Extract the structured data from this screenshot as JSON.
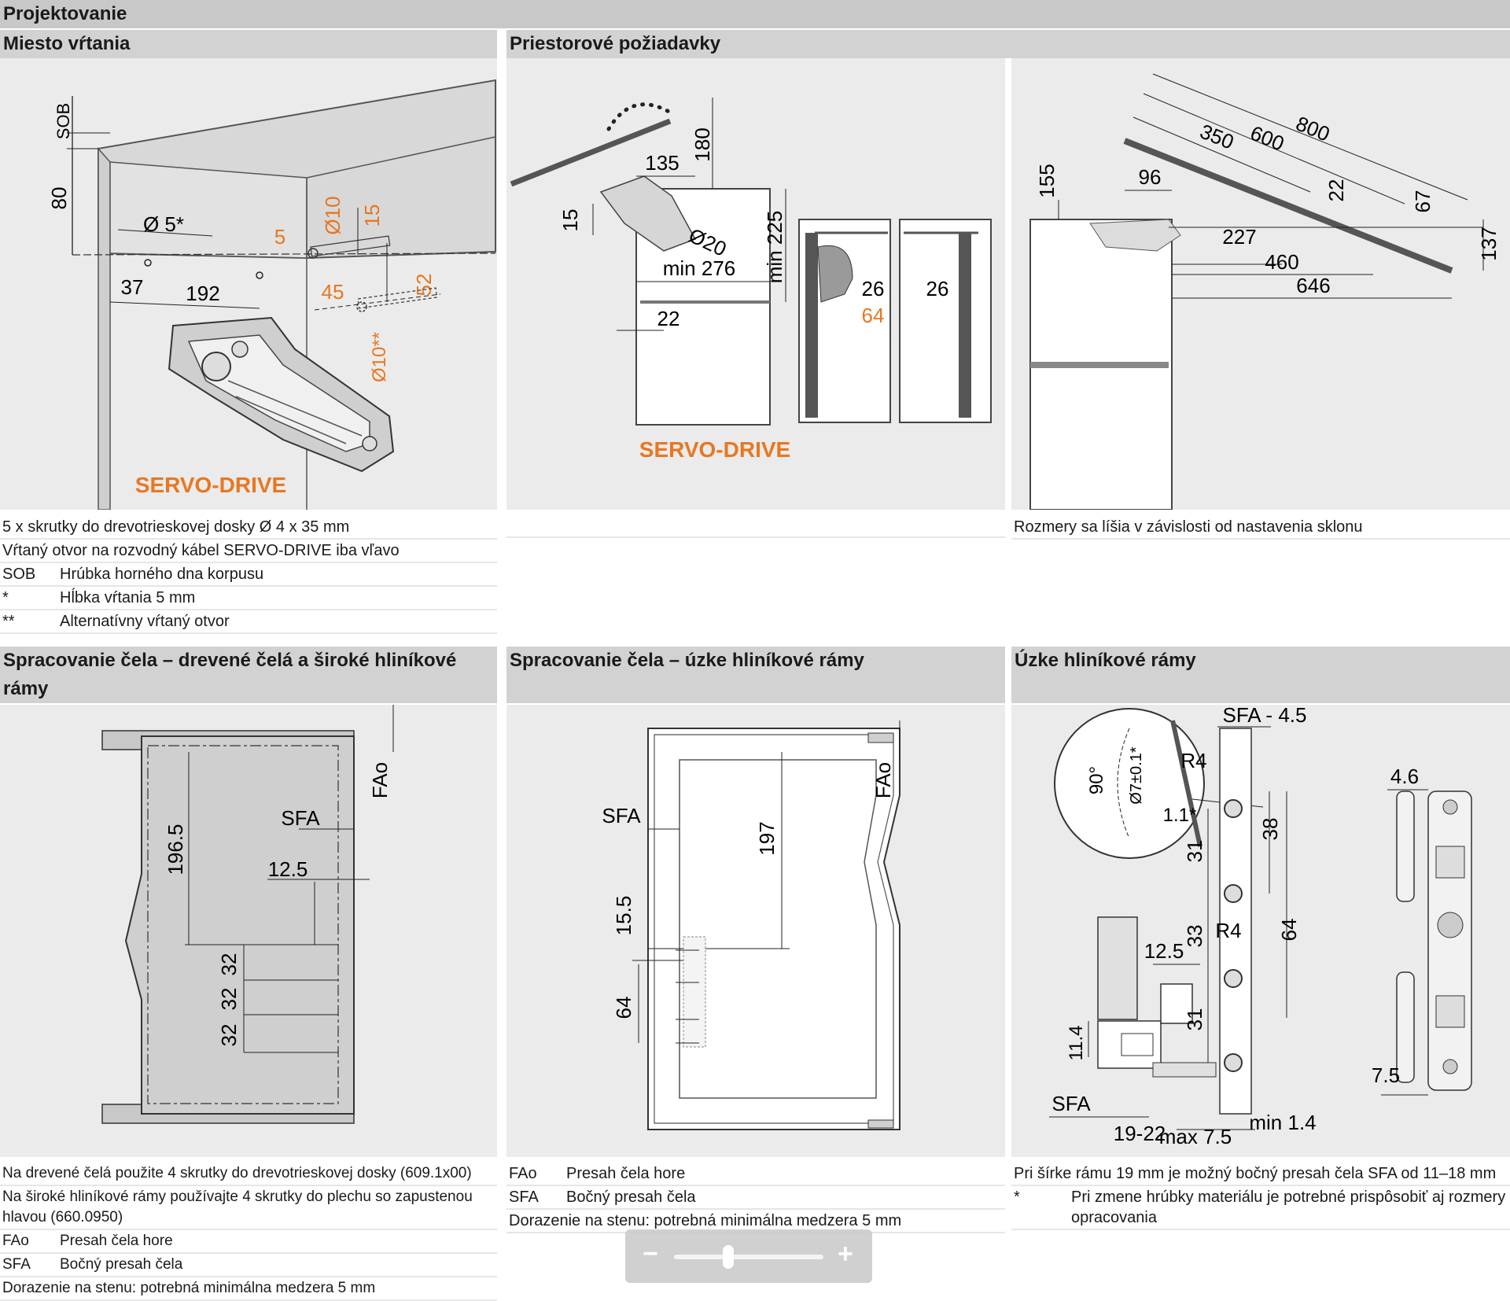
{
  "page_title": "Projektovanie",
  "panels": {
    "drilling": {
      "title": "Miesto vŕtania",
      "labels": {
        "sob": "SOB",
        "d80": "80",
        "d5": "Ø 5*",
        "d37": "37",
        "d192": "192",
        "o5": "5",
        "o10": "Ø10",
        "d15": "15",
        "o45": "45",
        "o52": "52",
        "o10alt": "Ø10**",
        "servo": "SERVO-DRIVE"
      },
      "notes": [
        {
          "text": "5 x skrutky do drevotrieskovej dosky Ø 4 x 35 mm"
        },
        {
          "text": "Vŕtaný otvor na rozvodný kábel SERVO-DRIVE iba vľavo"
        },
        {
          "key": "SOB",
          "text": "Hrúbka horného dna korpusu"
        },
        {
          "key": "*",
          "text": "Hĺbka vŕtania 5 mm"
        },
        {
          "key": "**",
          "text": "Alternatívny vŕtaný otvor"
        }
      ]
    },
    "space": {
      "title": "Priestorové požiadavky",
      "labels": {
        "d135": "135",
        "d180": "180",
        "d15": "15",
        "d20": "Ø20",
        "d276": "min 276",
        "d225": "min 225",
        "d22": "22",
        "d26a": "26",
        "d64": "64",
        "d26b": "26",
        "servo": "SERVO-DRIVE"
      },
      "labels2": {
        "d800": "800",
        "d600": "600",
        "d350": "350",
        "d155": "155",
        "d96": "96",
        "d22": "22",
        "d67": "67",
        "d227": "227",
        "d460": "460",
        "d646": "646",
        "d137": "137"
      },
      "note": "Rozmery sa líšia v závislosti od nastavenia sklonu"
    },
    "wood": {
      "title": "Spracovanie čela – drevené čelá a široké hliníkové rámy",
      "labels": {
        "fao": "FAo",
        "sfa": "SFA",
        "d1965": "196.5",
        "d125": "12.5",
        "d32a": "32",
        "d32b": "32",
        "d32c": "32"
      },
      "notes": [
        {
          "text": "Na drevené čelá použite 4 skrutky do drevotrieskovej dosky (609.1x00)"
        },
        {
          "text": "Na široké hliníkové rámy používajte 4 skrutky do plechu so zapustenou hlavou (660.0950)"
        },
        {
          "key": "FAo",
          "text": "Presah čela hore"
        },
        {
          "key": "SFA",
          "text": "Bočný presah čela"
        },
        {
          "text": "Dorazenie na stenu: potrebná minimálna medzera 5 mm"
        }
      ]
    },
    "narrow": {
      "title": "Spracovanie čela – úzke hliníkové rámy",
      "labels": {
        "fao": "FAo",
        "sfa": "SFA",
        "d197": "197",
        "d155": "15.5",
        "d64": "64"
      },
      "notes": [
        {
          "key": "FAo",
          "text": "Presah čela hore"
        },
        {
          "key": "SFA",
          "text": "Bočný presah čela"
        },
        {
          "text": "Dorazenie na stenu: potrebná minimálna medzera 5 mm"
        }
      ]
    },
    "frames": {
      "title": "Úzke hliníkové rámy",
      "labels": {
        "sfa45": "SFA - 4.5",
        "r4a": "R4",
        "r4b": "R4",
        "d46": "4.6",
        "d90": "90°",
        "d7": "Ø7±0.1*",
        "d11": "1.1*",
        "d31a": "31",
        "d33": "33",
        "d31b": "31",
        "d38": "38",
        "d64": "64",
        "d125": "12.5",
        "d114": "11.4",
        "sfa": "SFA",
        "d1922": "19-22",
        "max75": "max 7.5",
        "min14": "min 1.4",
        "d75": "7.5"
      },
      "notes": [
        {
          "text": "Pri šírke rámu 19 mm je možný bočný presah čela SFA od 11–18 mm"
        },
        {
          "key": "*",
          "text": "Pri zmene hrúbky materiálu je potrebné prispôsobiť aj rozmery opracovania"
        }
      ]
    }
  },
  "zoom": {
    "minus": "−",
    "plus": "+",
    "level": 0.35
  }
}
